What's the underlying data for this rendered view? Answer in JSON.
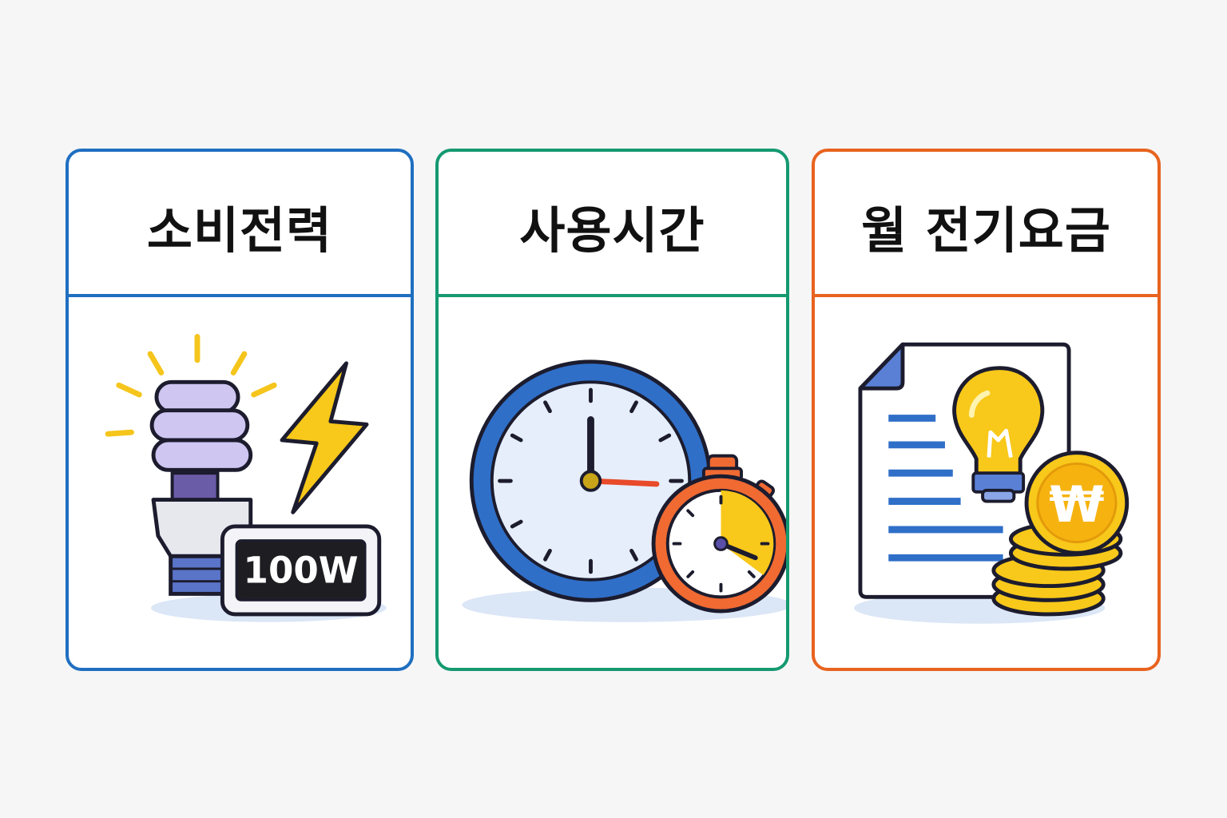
{
  "cards": [
    {
      "title": "소비전력",
      "accent": "#1f6fc1",
      "badge_text": "100W"
    },
    {
      "title": "사용시간",
      "accent": "#159970"
    },
    {
      "title": "월 전기요금",
      "accent": "#e8631f",
      "coin_symbol": "₩"
    }
  ],
  "icons": {
    "card1": [
      "light-bulb-icon",
      "lightning-bolt-icon",
      "wattage-meter-icon"
    ],
    "card2": [
      "wall-clock-icon",
      "stopwatch-icon"
    ],
    "card3": [
      "bill-document-icon",
      "idea-bulb-icon",
      "won-coin-stack-icon"
    ]
  }
}
